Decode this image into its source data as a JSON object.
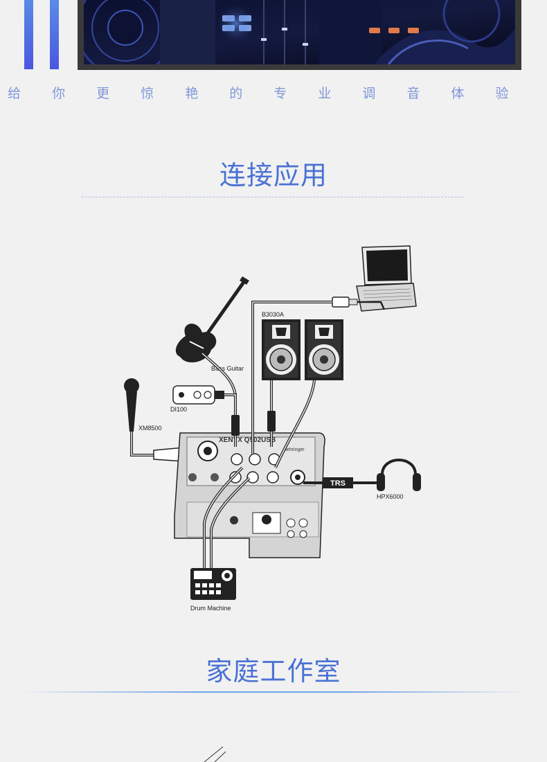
{
  "tagline": "给 你 更 惊 艳 的 专 业 调 音 体 验",
  "sections": {
    "connection": {
      "title": "连接应用"
    },
    "home_studio": {
      "title": "家庭工作室"
    }
  },
  "diagram": {
    "labels": {
      "bass_guitar": "Bass Guitar",
      "di100": "DI100",
      "mic": "XM8500",
      "monitors": "B3030A",
      "headphones": "HPX6000",
      "trs": "TRS",
      "drum_machine": "Drum Machine",
      "mixer_brand": "behringer",
      "mixer_model": "XENYX Q502USB"
    }
  },
  "colors": {
    "accent": "#4a72d4",
    "tagline": "#7f97d8",
    "deco_bar": "#4a57e0"
  },
  "icons": [
    "laptop-icon",
    "usb-plug-icon",
    "bass-guitar-icon",
    "microphone-icon",
    "di-box-icon",
    "studio-monitor-icon",
    "mixer-icon",
    "headphones-icon",
    "drum-machine-icon"
  ]
}
